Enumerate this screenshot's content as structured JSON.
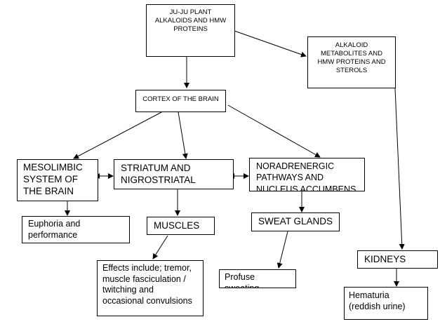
{
  "nodes": {
    "juju": "JU-JU PLANT\nALKALOIDS AND HMW\nPROTEINS",
    "metabolites": "ALKALOID\nMETABOLITES AND\nHMW PROTEINS AND\nSTEROLS",
    "cortex": "CORTEX OF THE BRAIN",
    "mesolimbic": "MESOLIMBIC\nSYSTEM OF\nTHE BRAIN",
    "striatum": "STRIATUM AND\nNIGROSTRIATAL",
    "noradrenergic": "NORADRENERGIC\nPATHWAYS AND\nNUCLEUS ACCUMBENS",
    "euphoria": "Euphoria and\nperformance",
    "muscles": "MUSCLES",
    "sweat": "SWEAT GLANDS",
    "kidneys": "KIDNEYS",
    "effects": "Effects include; tremor,\nmuscle fasciculation /\ntwitching and\noccasional convulsions",
    "sweating": "Profuse\nsweating",
    "hematuria": "Hematuria\n(reddish urine)"
  }
}
